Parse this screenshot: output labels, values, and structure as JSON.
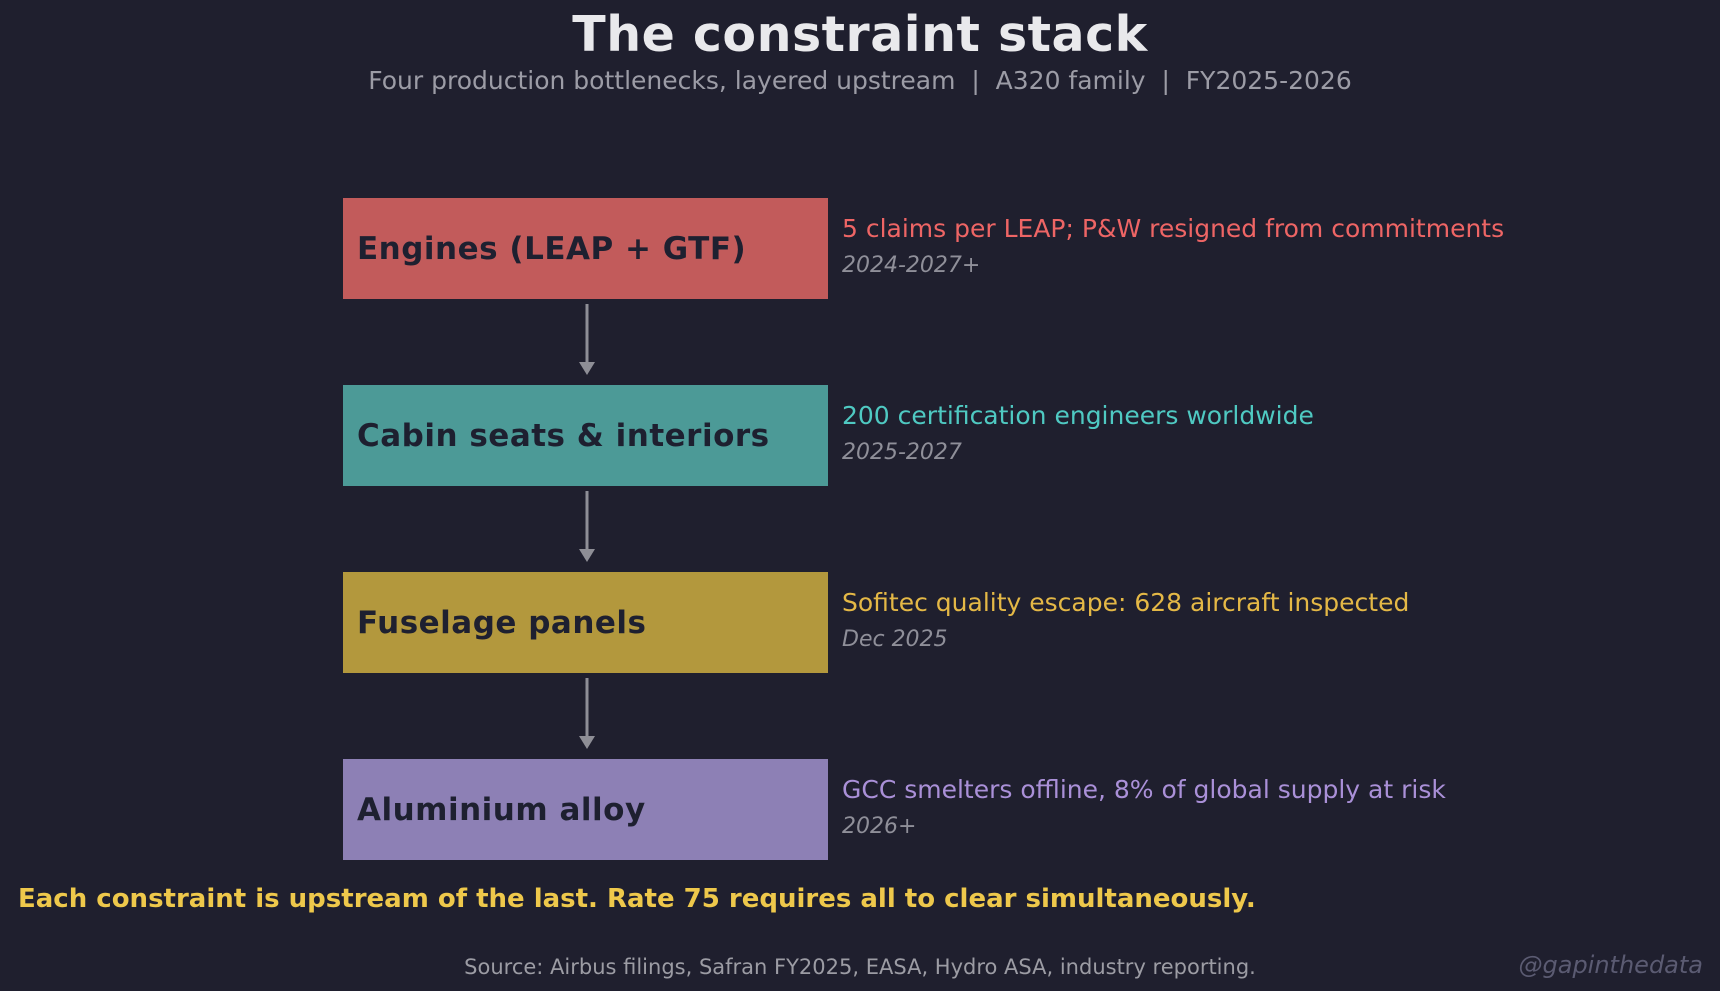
{
  "page": {
    "background": "#1f1f2e",
    "title": "The constraint stack",
    "subtitle": "Four production bottlenecks, layered upstream  |  A320 family  |  FY2025-2026",
    "takeaway": "Each constraint is upstream of the last. Rate 75 requires all to clear simultaneously.",
    "takeaway_color": "#eec84b",
    "source": "Source: Airbus filings, Safran FY2025, EASA, Hydro ASA, industry reporting.",
    "handle": "@gapinthedata"
  },
  "stack": {
    "items": [
      {
        "label": "Engines (LEAP + GTF)",
        "note": "5 claims per LEAP; P&W resigned from commitments",
        "timeframe": "2024-2027+",
        "box_color": "#c25b5b",
        "note_color": "#ee6565"
      },
      {
        "label": "Cabin seats & interiors",
        "note": "200 certification engineers worldwide",
        "timeframe": "2025-2027",
        "box_color": "#4c9a97",
        "note_color": "#4fc9c2"
      },
      {
        "label": "Fuselage panels",
        "note": "Sofitec quality escape: 628 aircraft inspected",
        "timeframe": "Dec 2025",
        "box_color": "#b3983d",
        "note_color": "#e4b846"
      },
      {
        "label": "Aluminium alloy",
        "note": "GCC smelters offline, 8% of global supply at risk",
        "timeframe": "2026+",
        "box_color": "#8d80b5",
        "note_color": "#aa90d8"
      }
    ]
  }
}
